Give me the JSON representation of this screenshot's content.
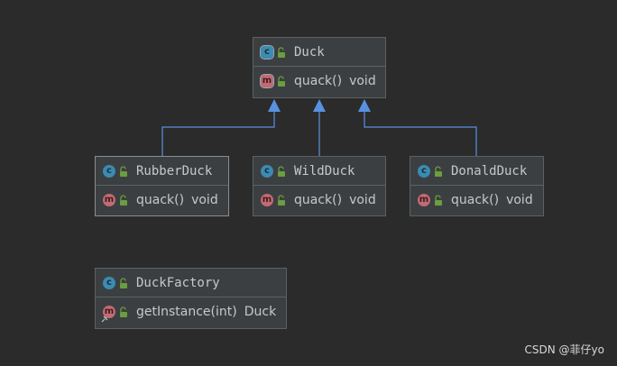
{
  "diagram": {
    "classes": {
      "duck": {
        "name": "Duck",
        "method_name": "quack()",
        "method_return": "void"
      },
      "rubber_duck": {
        "name": "RubberDuck",
        "method_name": "quack()",
        "method_return": "void"
      },
      "wild_duck": {
        "name": "WildDuck",
        "method_name": "quack()",
        "method_return": "void"
      },
      "donald_duck": {
        "name": "DonaldDuck",
        "method_name": "quack()",
        "method_return": "void"
      },
      "duck_factory": {
        "name": "DuckFactory",
        "method_name": "getInstance(int)",
        "method_return": "Duck"
      }
    },
    "badges": {
      "class_letter": "c",
      "method_letter": "m"
    },
    "inheritance": [
      {
        "child": "RubberDuck",
        "parent": "Duck"
      },
      {
        "child": "WildDuck",
        "parent": "Duck"
      },
      {
        "child": "DonaldDuck",
        "parent": "Duck"
      }
    ]
  },
  "colors": {
    "background": "#2b2b2b",
    "box": "#3c3f41",
    "border": "#5e6163",
    "arrow": "#5891e0",
    "class_badge": "#3b8bb2",
    "method_badge": "#c46a73",
    "lock": "#6a9e3f"
  },
  "watermark": "CSDN @菲仔yo"
}
